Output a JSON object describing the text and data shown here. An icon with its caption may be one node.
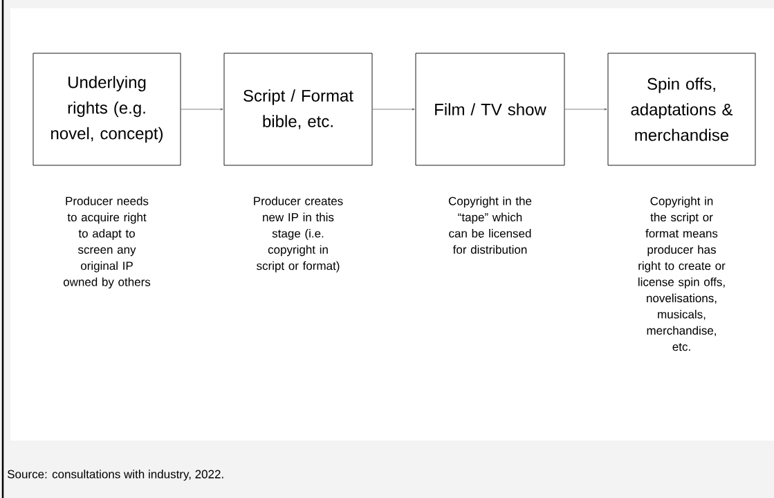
{
  "diagram": {
    "caption": "Source: consultations with industry, 2022.",
    "nodes": [
      {
        "text": [
          "Underlying rights (e.g. novel, concept)"
        ],
        "beside": [
          "Producer needs to acquire right to adapt to screen any original IP owned by others"
        ]
      },
      {
        "text": [
          "Script / Format bible, etc."
        ],
        "beside": [
          "Producer creates new IP in this stage (i.e. copyright in script or format)"
        ]
      },
      {
        "text": [
          "Film / TV show"
        ],
        "beside": [
          "Copyright in the “tape” which can be licensed for distribution"
        ]
      },
      {
        "text": [
          "Spin offs, adaptations & merchandise"
        ],
        "beside": [
          "Copyright in the script or format means producer has right to create or license spin offs, novelisations, musicals, merchandise, etc."
        ]
      }
    ],
    "edges": [
      {
        "from": 0,
        "to": 1,
        "arrow": "to"
      },
      {
        "from": 1,
        "to": 2,
        "arrow": "to"
      },
      {
        "from": 2,
        "to": 3,
        "arrow": "to"
      }
    ]
  }
}
